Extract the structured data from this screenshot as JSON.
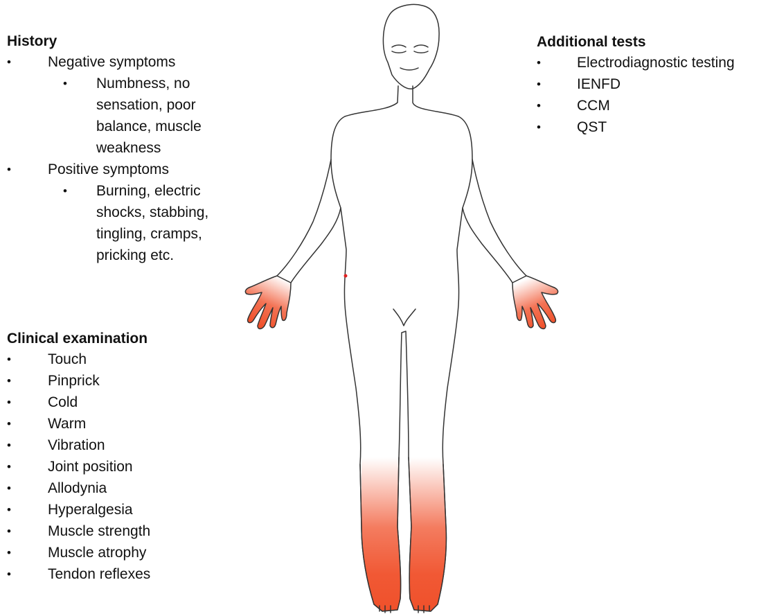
{
  "history": {
    "heading": "History",
    "items": [
      {
        "label": "Negative symptoms",
        "sub": [
          "Numbness, no sensation, poor balance, muscle weakness"
        ]
      },
      {
        "label": "Positive symptoms",
        "sub": [
          "Burning, electric shocks, stabbing, tingling, cramps, pricking etc."
        ]
      }
    ]
  },
  "clinical_examination": {
    "heading": "Clinical examination",
    "items": [
      "Touch",
      "Pinprick",
      "Cold",
      "Warm",
      "Vibration",
      "Joint position",
      "Allodynia",
      "Hyperalgesia",
      "Muscle strength",
      "Muscle atrophy",
      "Tendon reflexes"
    ]
  },
  "additional_tests": {
    "heading": "Additional tests",
    "items": [
      "Electrodiagnostic testing",
      "IENFD",
      "CCM",
      "QST"
    ]
  },
  "figure": {
    "outline_color": "#333333",
    "affected_color": "#f0502a",
    "affected_regions": [
      "left-hand",
      "right-hand",
      "left-lower-leg-foot",
      "right-lower-leg-foot"
    ]
  },
  "bullet_char": "•"
}
